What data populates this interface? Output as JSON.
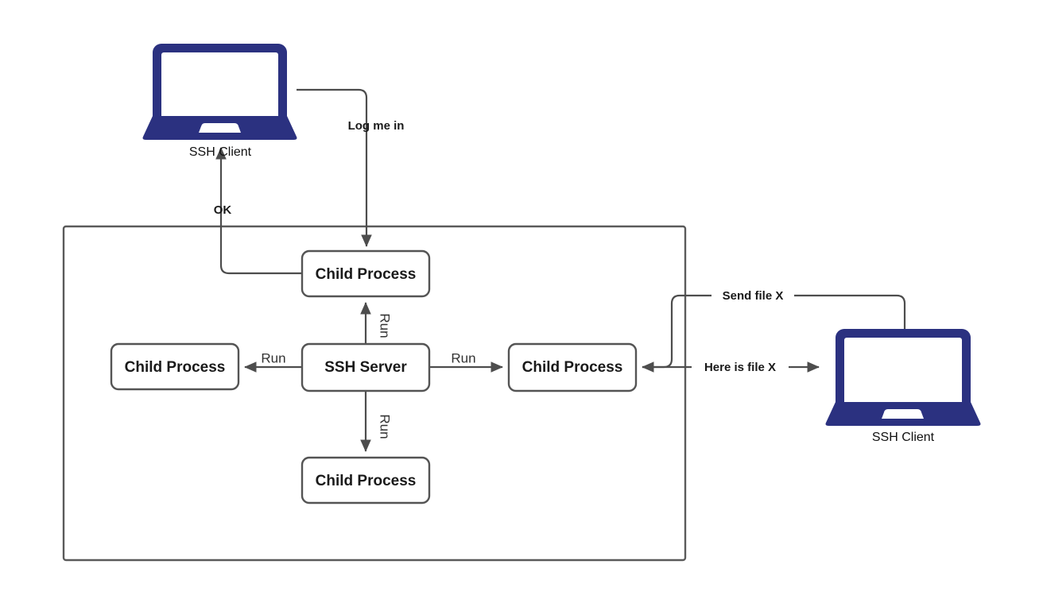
{
  "diagram": {
    "title": "SSH Server child process architecture",
    "colors": {
      "laptop": "#2b3180",
      "node_stroke": "#545454",
      "edge": "#4d4d4d",
      "container_stroke": "#5a5a5a",
      "background": "#ffffff",
      "text": "#1a1a1a"
    },
    "container": {
      "label": ""
    },
    "nodes": {
      "ssh_server": {
        "label": "SSH Server"
      },
      "child_top": {
        "label": "Child Process"
      },
      "child_left": {
        "label": "Child Process"
      },
      "child_right": {
        "label": "Child Process"
      },
      "child_bottom": {
        "label": "Child Process"
      }
    },
    "devices": {
      "client_left": {
        "label": "SSH Client",
        "icon": "laptop-icon"
      },
      "client_right": {
        "label": "SSH Client",
        "icon": "laptop-icon"
      }
    },
    "edges": [
      {
        "id": "login",
        "label": "Log me in",
        "from": "client_left",
        "to": "child_top",
        "style": "bold"
      },
      {
        "id": "ok",
        "label": "OK",
        "from": "child_top",
        "to": "client_left",
        "style": "bold"
      },
      {
        "id": "run_top",
        "label": "Run",
        "from": "ssh_server",
        "to": "child_top",
        "style": "plain",
        "orientation": "vertical"
      },
      {
        "id": "run_left",
        "label": "Run",
        "from": "ssh_server",
        "to": "child_left",
        "style": "plain",
        "orientation": "horizontal"
      },
      {
        "id": "run_right",
        "label": "Run",
        "from": "ssh_server",
        "to": "child_right",
        "style": "plain",
        "orientation": "horizontal"
      },
      {
        "id": "run_bottom",
        "label": "Run",
        "from": "ssh_server",
        "to": "child_bottom",
        "style": "plain",
        "orientation": "vertical"
      },
      {
        "id": "send_file",
        "label": "Send file X",
        "from": "client_right",
        "to": "child_right",
        "style": "bold"
      },
      {
        "id": "here_is_file",
        "label": "Here is file X",
        "from": "child_right",
        "to": "client_right",
        "style": "bold"
      }
    ]
  }
}
